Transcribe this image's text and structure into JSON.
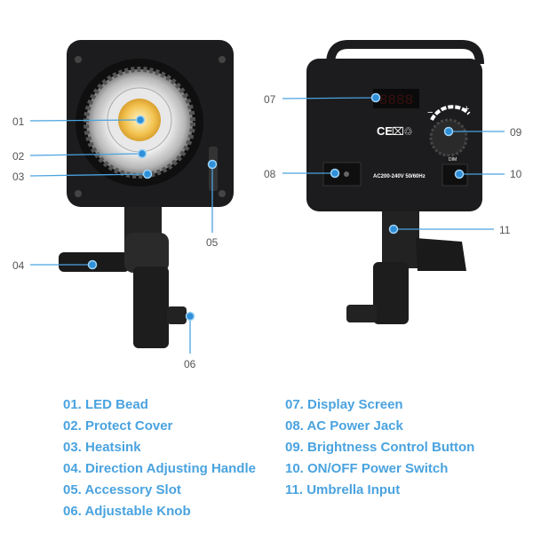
{
  "colors": {
    "accent": "#4aa3df",
    "body": "#1c1c1e",
    "led": "#f2c14e"
  },
  "callouts": [
    "01",
    "02",
    "03",
    "04",
    "05",
    "06",
    "07",
    "08",
    "09",
    "10",
    "11"
  ],
  "panel": {
    "display": "8888",
    "rating": "AC200-240V  50/60Hz",
    "dim_label": "DIM",
    "minus": "−",
    "plus": "+",
    "ce": "CE"
  },
  "legend_left": [
    "01. LED Bead",
    "02. Protect Cover",
    "03. Heatsink",
    "04. Direction Adjusting Handle",
    "05. Accessory Slot",
    "06. Adjustable Knob"
  ],
  "legend_right": [
    "07. Display Screen",
    "08. AC Power Jack",
    "09. Brightness Control Button",
    "10. ON/OFF Power Switch",
    "11. Umbrella Input"
  ]
}
